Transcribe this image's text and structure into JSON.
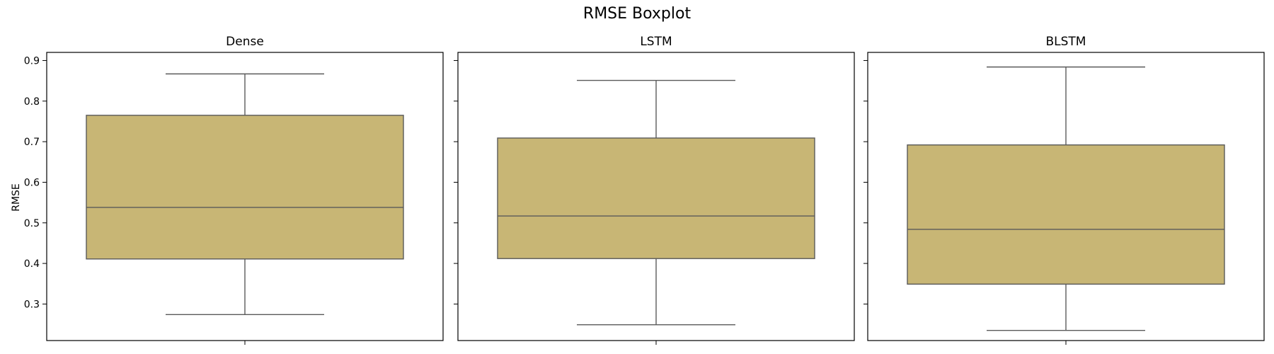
{
  "chart_data": {
    "type": "boxplot",
    "title": "RMSE Boxplot",
    "ylabel": "RMSE",
    "ylim": [
      0.21,
      0.92
    ],
    "yticks": [
      0.3,
      0.4,
      0.5,
      0.6,
      0.7,
      0.8,
      0.9
    ],
    "ytick_labels": [
      "0.3",
      "0.4",
      "0.5",
      "0.6",
      "0.7",
      "0.8",
      "0.9"
    ],
    "shared_y": true,
    "grid": false,
    "box_color": "#c8b675",
    "line_color": "#5a5a5a",
    "panels": [
      {
        "title": "Dense",
        "whisker_low": 0.274,
        "q1": 0.411,
        "median": 0.538,
        "q3": 0.765,
        "whisker_high": 0.867
      },
      {
        "title": "LSTM",
        "whisker_low": 0.249,
        "q1": 0.412,
        "median": 0.517,
        "q3": 0.709,
        "whisker_high": 0.851
      },
      {
        "title": "BLSTM",
        "whisker_low": 0.235,
        "q1": 0.349,
        "median": 0.484,
        "q3": 0.692,
        "whisker_high": 0.884
      }
    ]
  }
}
